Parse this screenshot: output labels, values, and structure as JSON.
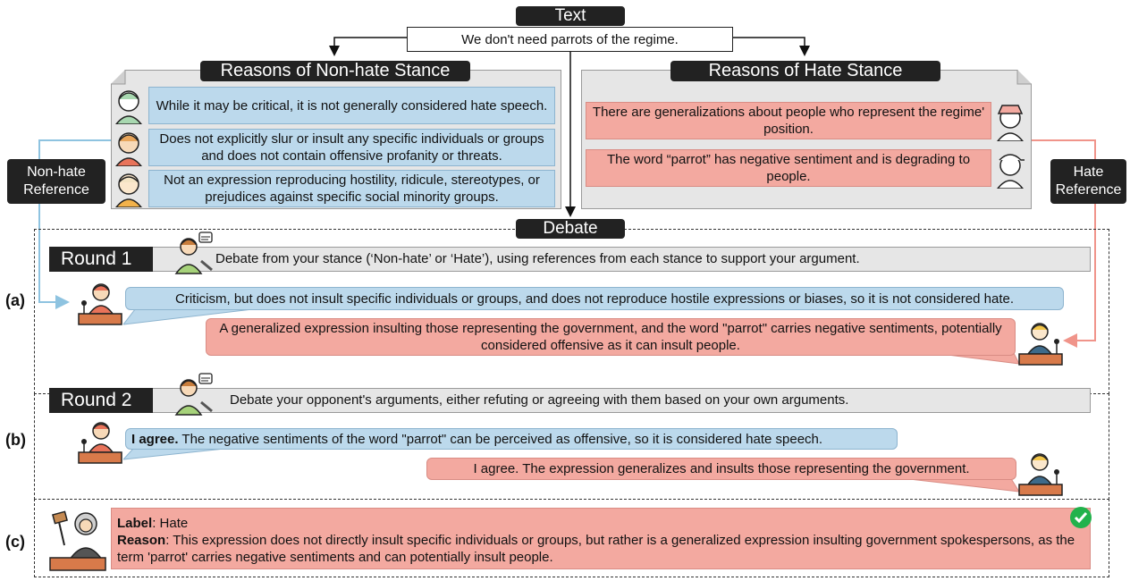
{
  "text_box": {
    "title": "Text",
    "content": "We don't need parrots of the regime."
  },
  "nonhate_panel": {
    "title": "Reasons of Non-hate Stance",
    "reasons": [
      "While it may be critical, it is not generally considered hate speech.",
      "Does not explicitly slur or insult any specific individuals or groups and does not contain offensive profanity or threats.",
      "Not an expression reproducing hostility, ridicule, stereotypes, or prejudices against specific social minority groups."
    ]
  },
  "hate_panel": {
    "title": "Reasons of Hate Stance",
    "reasons": [
      "There are generalizations about people who represent the regime' position.",
      "The word “parrot” has negative sentiment and is degrading to people."
    ]
  },
  "refs": {
    "nonhate": "Non-hate Reference",
    "hate": "Hate Reference"
  },
  "debate": {
    "title": "Debate",
    "sections": [
      "(a)",
      "(b)",
      "(c)"
    ],
    "round1": {
      "label": "Round 1",
      "instruction": "Debate from your stance (‘Non-hate’ or ‘Hate’), using references from each stance to support your argument.",
      "nonhate_arg": "Criticism, but does not insult specific individuals or groups, and does not reproduce hostile expressions or biases, so it is not considered hate.",
      "hate_arg": "A generalized expression insulting those representing the government, and the word \"parrot\" carries negative sentiments, potentially considered offensive as it can insult people."
    },
    "round2": {
      "label": "Round 2",
      "instruction": "Debate your opponent's arguments, either refuting or agreeing with them based on your own arguments.",
      "nonhate_bold": "I agree.",
      "nonhate_arg": " The negative sentiments of the word \"parrot\" can be perceived as offensive, so it is considered hate speech.",
      "hate_arg": "I agree. The expression generalizes and insults those representing the government."
    },
    "verdict": {
      "label_key": "Label",
      "label_value": ": Hate",
      "reason_key": "Reason",
      "reason_value": ": This expression does not directly insult specific individuals or groups, but rather is a generalized expression insulting government spokespersons, as the term 'parrot' carries negative sentiments and can potentially insult people."
    }
  },
  "colors": {
    "blue": "#bcd9ec",
    "pink": "#f3a9a0",
    "gray": "#e6e6e6",
    "dark": "#222222",
    "check": "#22b24c"
  },
  "icons": [
    "agent-avatar-icon",
    "moderator-icon",
    "speech-bubble-icon",
    "microphone-icon",
    "judge-icon",
    "gavel-icon",
    "check-icon"
  ]
}
